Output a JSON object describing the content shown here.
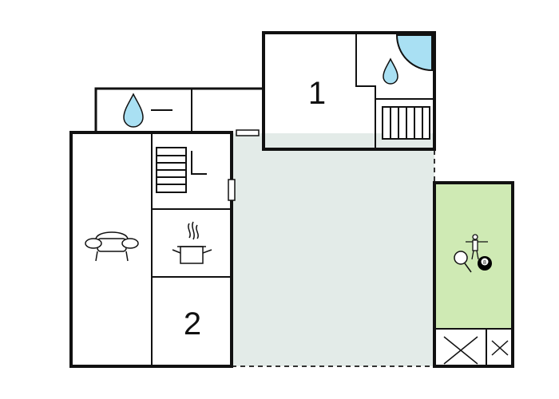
{
  "floorplan": {
    "room_labels": {
      "room_1": "1",
      "room_2": "2"
    },
    "billiard_ball_number": "8",
    "icons": {
      "bathroom_upper": "water-drop-icon",
      "shower": "water-drop-icon",
      "living_room": "sofa-icon",
      "kitchen": "cooking-pot-icon",
      "games_room_foosball": "foosball-icon",
      "games_room_table_tennis": "ping-pong-paddle-icon",
      "games_room_billiards": "billiard-ball-icon",
      "staircase": "staircase-icon"
    },
    "colors": {
      "wall": "#111111",
      "outdoor_terrace": "#e3ebe8",
      "games_room": "#cfeab4",
      "water": "#a9e0f3",
      "ball": "#000000"
    }
  }
}
